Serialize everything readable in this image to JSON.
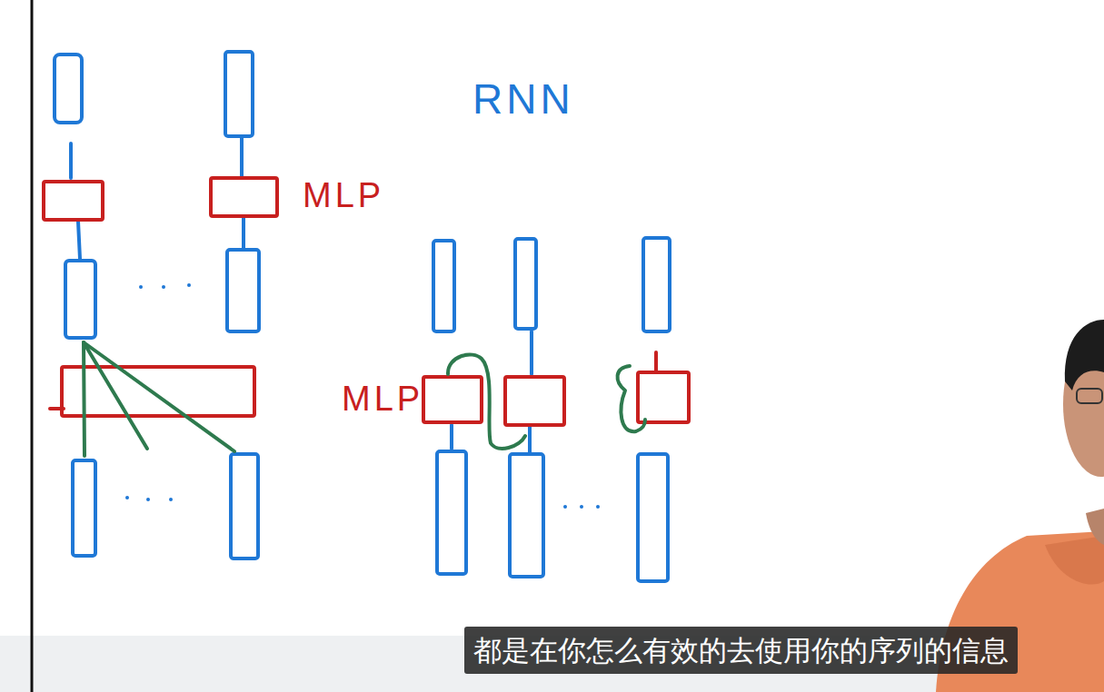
{
  "diagram": {
    "nodes": [
      {
        "text": [
          "都是在你怎么有效的去使用你的序列的信息"
        ]
      }
    ],
    "labels": [
      "RNN",
      "MLP",
      "MLP"
    ]
  }
}
